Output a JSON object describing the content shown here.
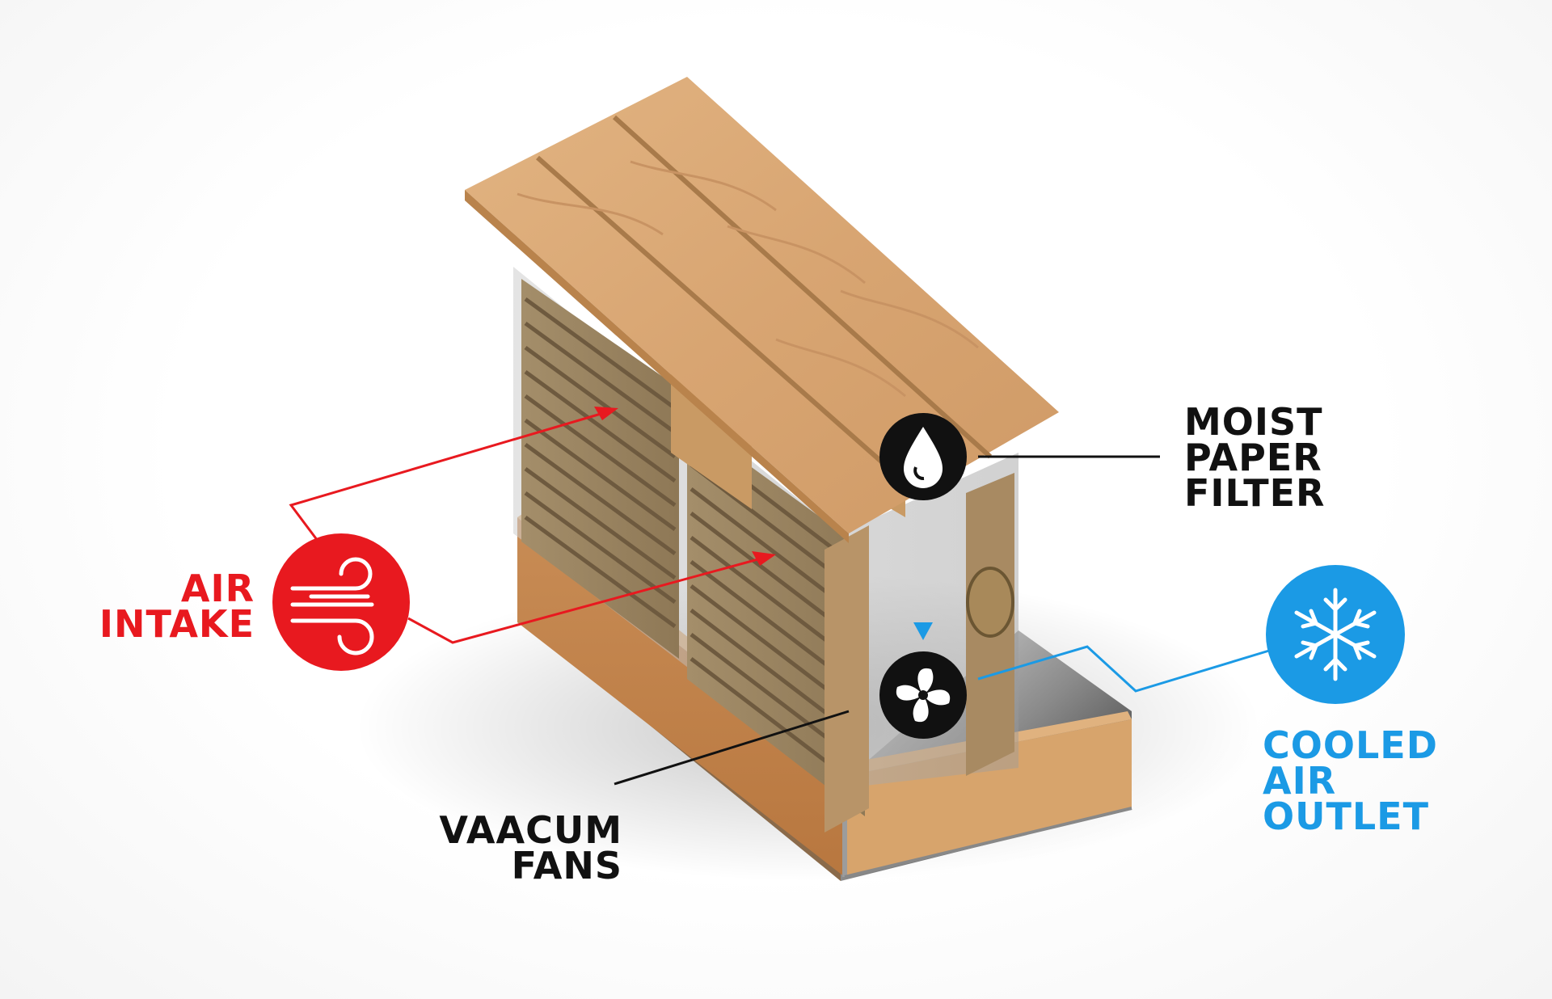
{
  "labels": {
    "air_intake": {
      "line1": "AIR",
      "line2": "INTAKE",
      "color": "#e8191f"
    },
    "moist_filter": {
      "line1": "MOIST",
      "line2": "PAPER",
      "line3": "FILTER",
      "color": "#111111"
    },
    "cooled_air": {
      "line1": "COOLED",
      "line2": "AIR",
      "line3": "OUTLET",
      "color": "#1b9ae5"
    },
    "vacuum_fans": {
      "line1": "VAACUM",
      "line2": "FANS",
      "color": "#111111"
    }
  },
  "icons": {
    "air_intake": "wind-icon",
    "moist_filter": "water-drop-icon",
    "fan": "fan-icon",
    "cooled_air": "snowflake-icon"
  },
  "colors": {
    "red": "#e8191f",
    "blue": "#1b9ae5",
    "black": "#111111",
    "wood": "#d9a873"
  }
}
